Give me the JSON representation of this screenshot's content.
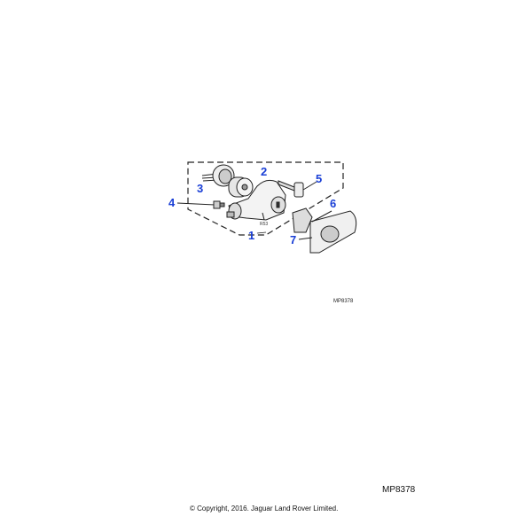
{
  "diagram": {
    "callouts": [
      "1",
      "2",
      "3",
      "4",
      "5",
      "6",
      "7"
    ],
    "part_marking": "R53",
    "figure_ref_small": "MP8378",
    "callout_color": "#1a3fd6"
  },
  "footer": {
    "figure_ref": "MP8378",
    "copyright": "© Copyright, 2016. Jaguar Land Rover Limited."
  }
}
